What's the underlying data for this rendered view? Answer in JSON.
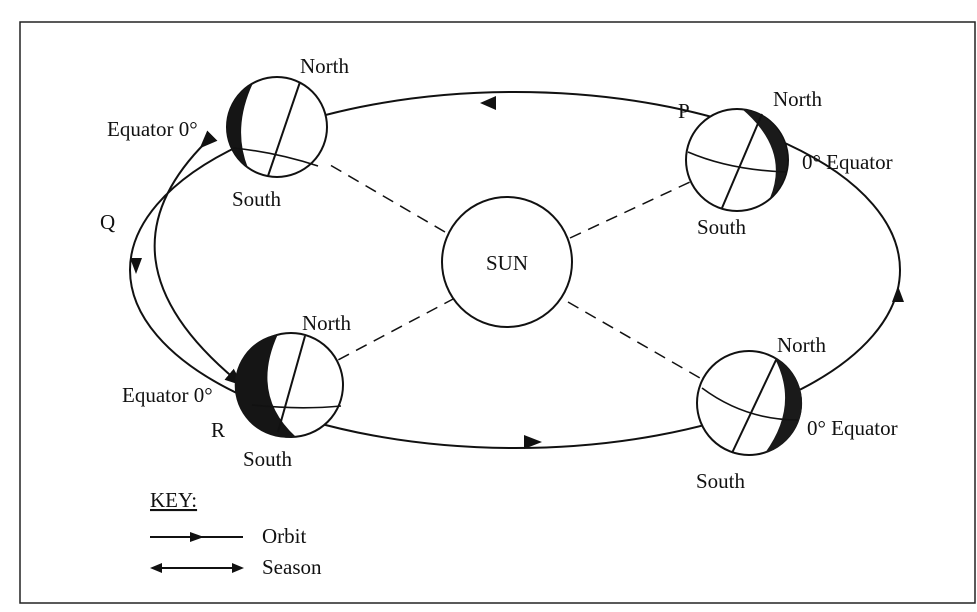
{
  "sun": {
    "label": "SUN"
  },
  "earths": [
    {
      "id": "top-left",
      "north": "North",
      "south": "South",
      "equator": "Equator 0°"
    },
    {
      "id": "top-right",
      "north": "North",
      "south": "South",
      "equator": "0° Equator",
      "marker": "P"
    },
    {
      "id": "bottom-left",
      "north": "North",
      "south": "South",
      "equator": "Equator 0°",
      "marker": "R"
    },
    {
      "id": "bottom-right",
      "north": "North",
      "south": "South",
      "equator": "0° Equator"
    }
  ],
  "season_marker": "Q",
  "key": {
    "title": "KEY:",
    "orbit_label": "Orbit",
    "season_label": "Season"
  }
}
